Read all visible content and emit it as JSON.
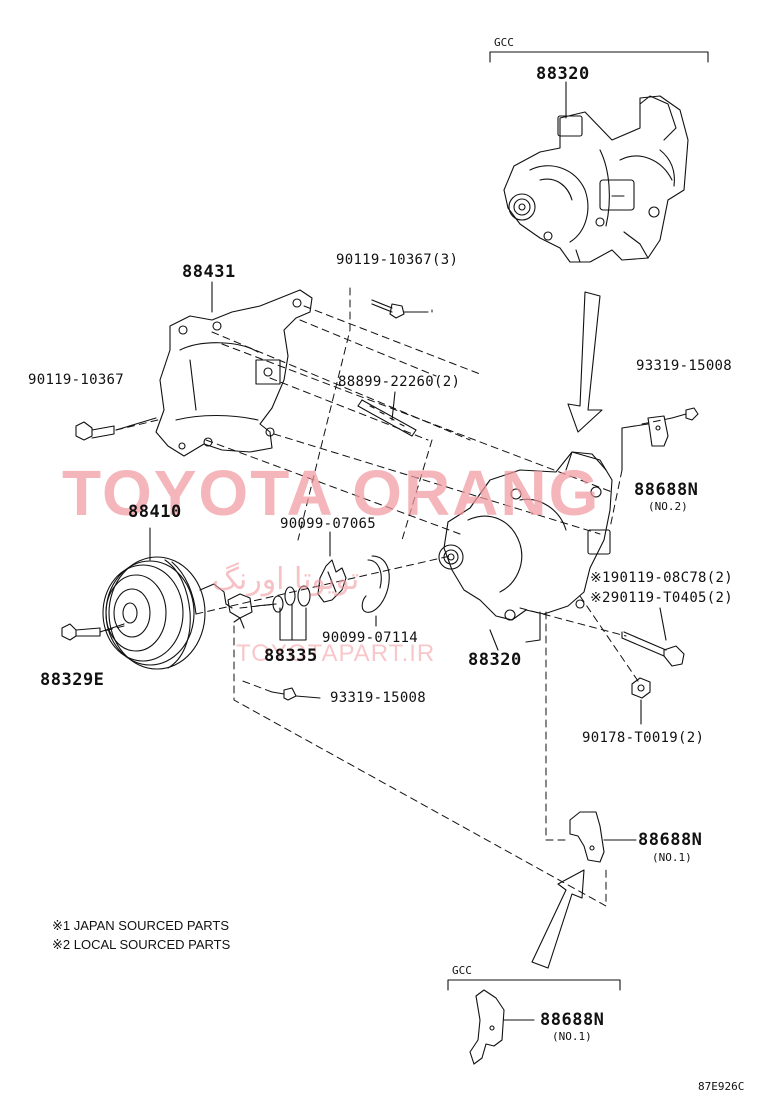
{
  "gcc_top": "GCC",
  "gcc_bottom": "GCC",
  "parts": {
    "p88320_top": "88320",
    "p88431": "88431",
    "p90119_10367_3": "90119-10367(3)",
    "p93319_15008_right": "93319-15008",
    "p90119_10367_left": "90119-10367",
    "p88899_22260": "88899-22260(2)",
    "p88688n_no2": "88688N",
    "p88688n_no2_sub": "(NO.2)",
    "p88410": "88410",
    "p90099_07065": "90099-07065",
    "p90119_08c78": "※190119-08C78(2)",
    "p90119_t0405": "※290119-T0405(2)",
    "p90099_07114": "90099-07114",
    "p88329e": "88329E",
    "p88335": "88335",
    "p88320_mid": "88320",
    "p93319_15008_lower": "93319-15008",
    "p90178_t0019": "90178-T0019(2)",
    "p88688n_no1": "88688N",
    "p88688n_no1_sub": "(NO.1)",
    "p88688n_gcc": "88688N",
    "p88688n_gcc_sub": "(NO.1)"
  },
  "notes": {
    "note1": "※1 JAPAN SOURCED PARTS",
    "note2": "※2 LOCAL SOURCED PARTS"
  },
  "watermark": {
    "main": "TOYOTA ORANG",
    "persian": "تویوتا اورنگ",
    "site": "TOYOTAPART.IR"
  },
  "figure_code": "87E926C"
}
